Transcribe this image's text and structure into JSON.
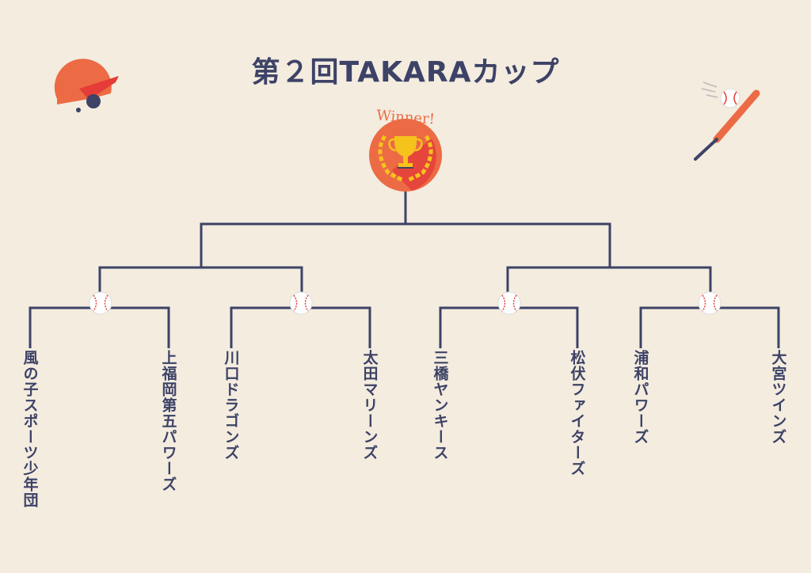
{
  "title": "第２回TAKARAカップ",
  "winner_label": "Winner!",
  "teams": [
    "風の子スポーツ少年団",
    "上福岡第五パワーズ",
    "川口ドラゴンズ",
    "太田マリーンズ",
    "三橋ヤンキース",
    "松伏ファイターズ",
    "浦和パワーズ",
    "大宮ツインズ"
  ],
  "colors": {
    "background": "#f3ecdf",
    "line": "#3d4266",
    "accent": "#ec6b45",
    "trophy": "#f6c21c"
  }
}
